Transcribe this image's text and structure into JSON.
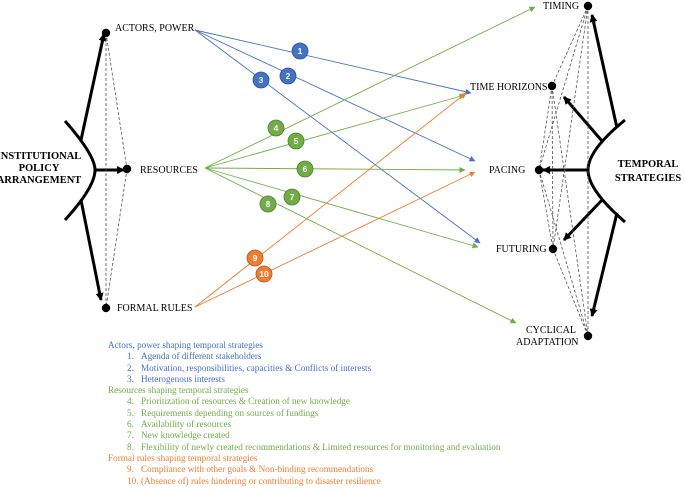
{
  "colors": {
    "actors": "#4472c4",
    "resources": "#70ad47",
    "rules": "#ed7d31",
    "badge_blue": "#4472c4",
    "badge_green": "#70ad47",
    "badge_orange": "#ed7d31"
  },
  "left_title": [
    "INSTITUTIONAL",
    "POLICY",
    "ARRANGEMENT"
  ],
  "right_title": [
    "TEMPORAL",
    "STRATEGIES"
  ],
  "left_nodes": [
    "ACTORS, POWER",
    "RESOURCES",
    "FORMAL RULES"
  ],
  "right_nodes": [
    "TIMING",
    "TIME HORIZONS",
    "PACING",
    "FUTURING",
    "CYCLICAL",
    "ADAPTATION"
  ],
  "badges": [
    "1",
    "2",
    "3",
    "4",
    "5",
    "6",
    "7",
    "8",
    "9",
    "10"
  ],
  "legend": {
    "actors_heading": "Actors, power shaping temporal strategies",
    "actors_items": [
      {
        "n": "1.",
        "text": "Agenda of different stakeholders"
      },
      {
        "n": "2.",
        "text": "Motivation, responsibilities, capacities & Conflicts of interests"
      },
      {
        "n": "3.",
        "text": "Heterogenous interests"
      }
    ],
    "resources_heading": "Resources shaping temporal strategies",
    "resources_items": [
      {
        "n": "4.",
        "text": "Prioritization of resources & Creation of new knowledge"
      },
      {
        "n": "5.",
        "text": "Requirements depending on sources of fundings"
      },
      {
        "n": "6.",
        "text": "Availability of resources"
      },
      {
        "n": "7.",
        "text": "New knowledge created"
      },
      {
        "n": "8.",
        "text": "Flexibility of newly created recommendations & Limited resources for monitoring and evaluation"
      }
    ],
    "rules_heading": "Formal rules shaping temporal strategies",
    "rules_items": [
      {
        "n": "9.",
        "text": "Compliance with other goals & Non-binding recommendations"
      },
      {
        "n": "10.",
        "text": "(Absence of) rules hindering or contributing to disaster resilience"
      }
    ]
  }
}
